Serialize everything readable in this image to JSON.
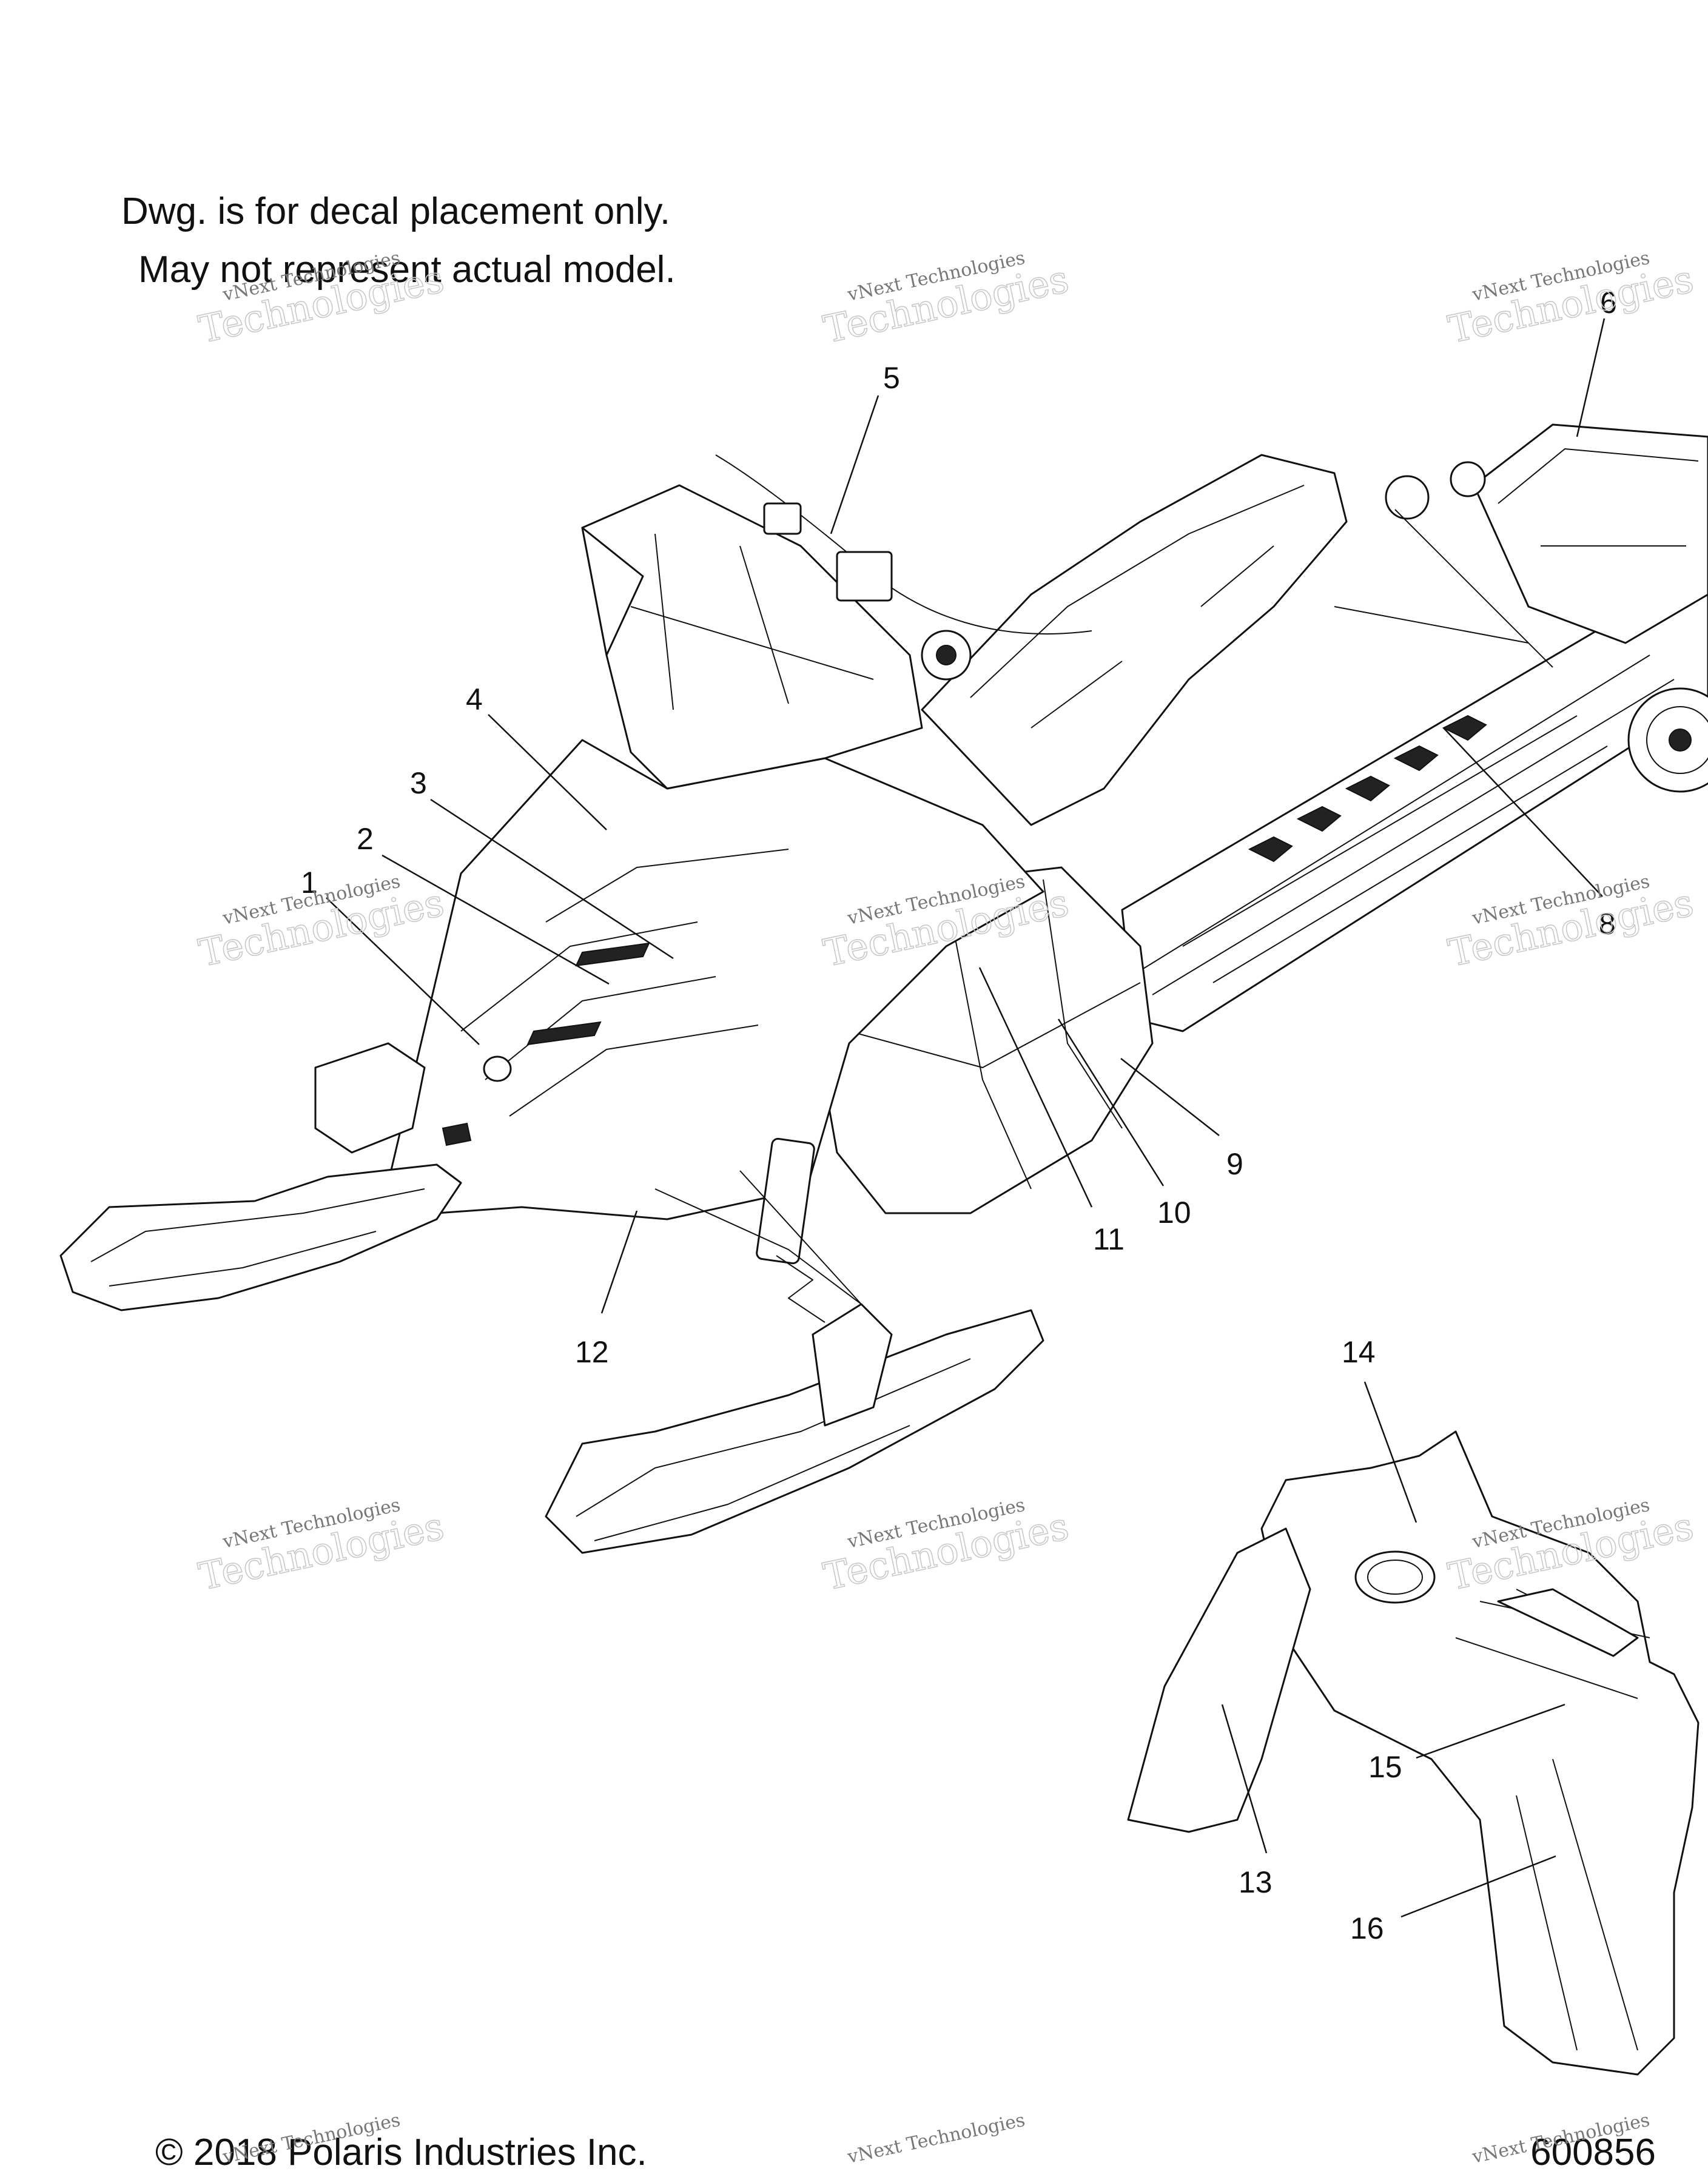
{
  "notes": {
    "line1": "Dwg. is for decal placement only.",
    "line2": "May not represent actual model."
  },
  "footer": {
    "copyright": "© 2018 Polaris Industries Inc.",
    "drawing_number": "600856"
  },
  "watermark": {
    "line_small": "vNext Technologies",
    "line_big": "Technologies"
  },
  "callouts": [
    "1",
    "2",
    "3",
    "4",
    "5",
    "6",
    "8",
    "9",
    "10",
    "11",
    "12",
    "13",
    "14",
    "15",
    "16"
  ]
}
